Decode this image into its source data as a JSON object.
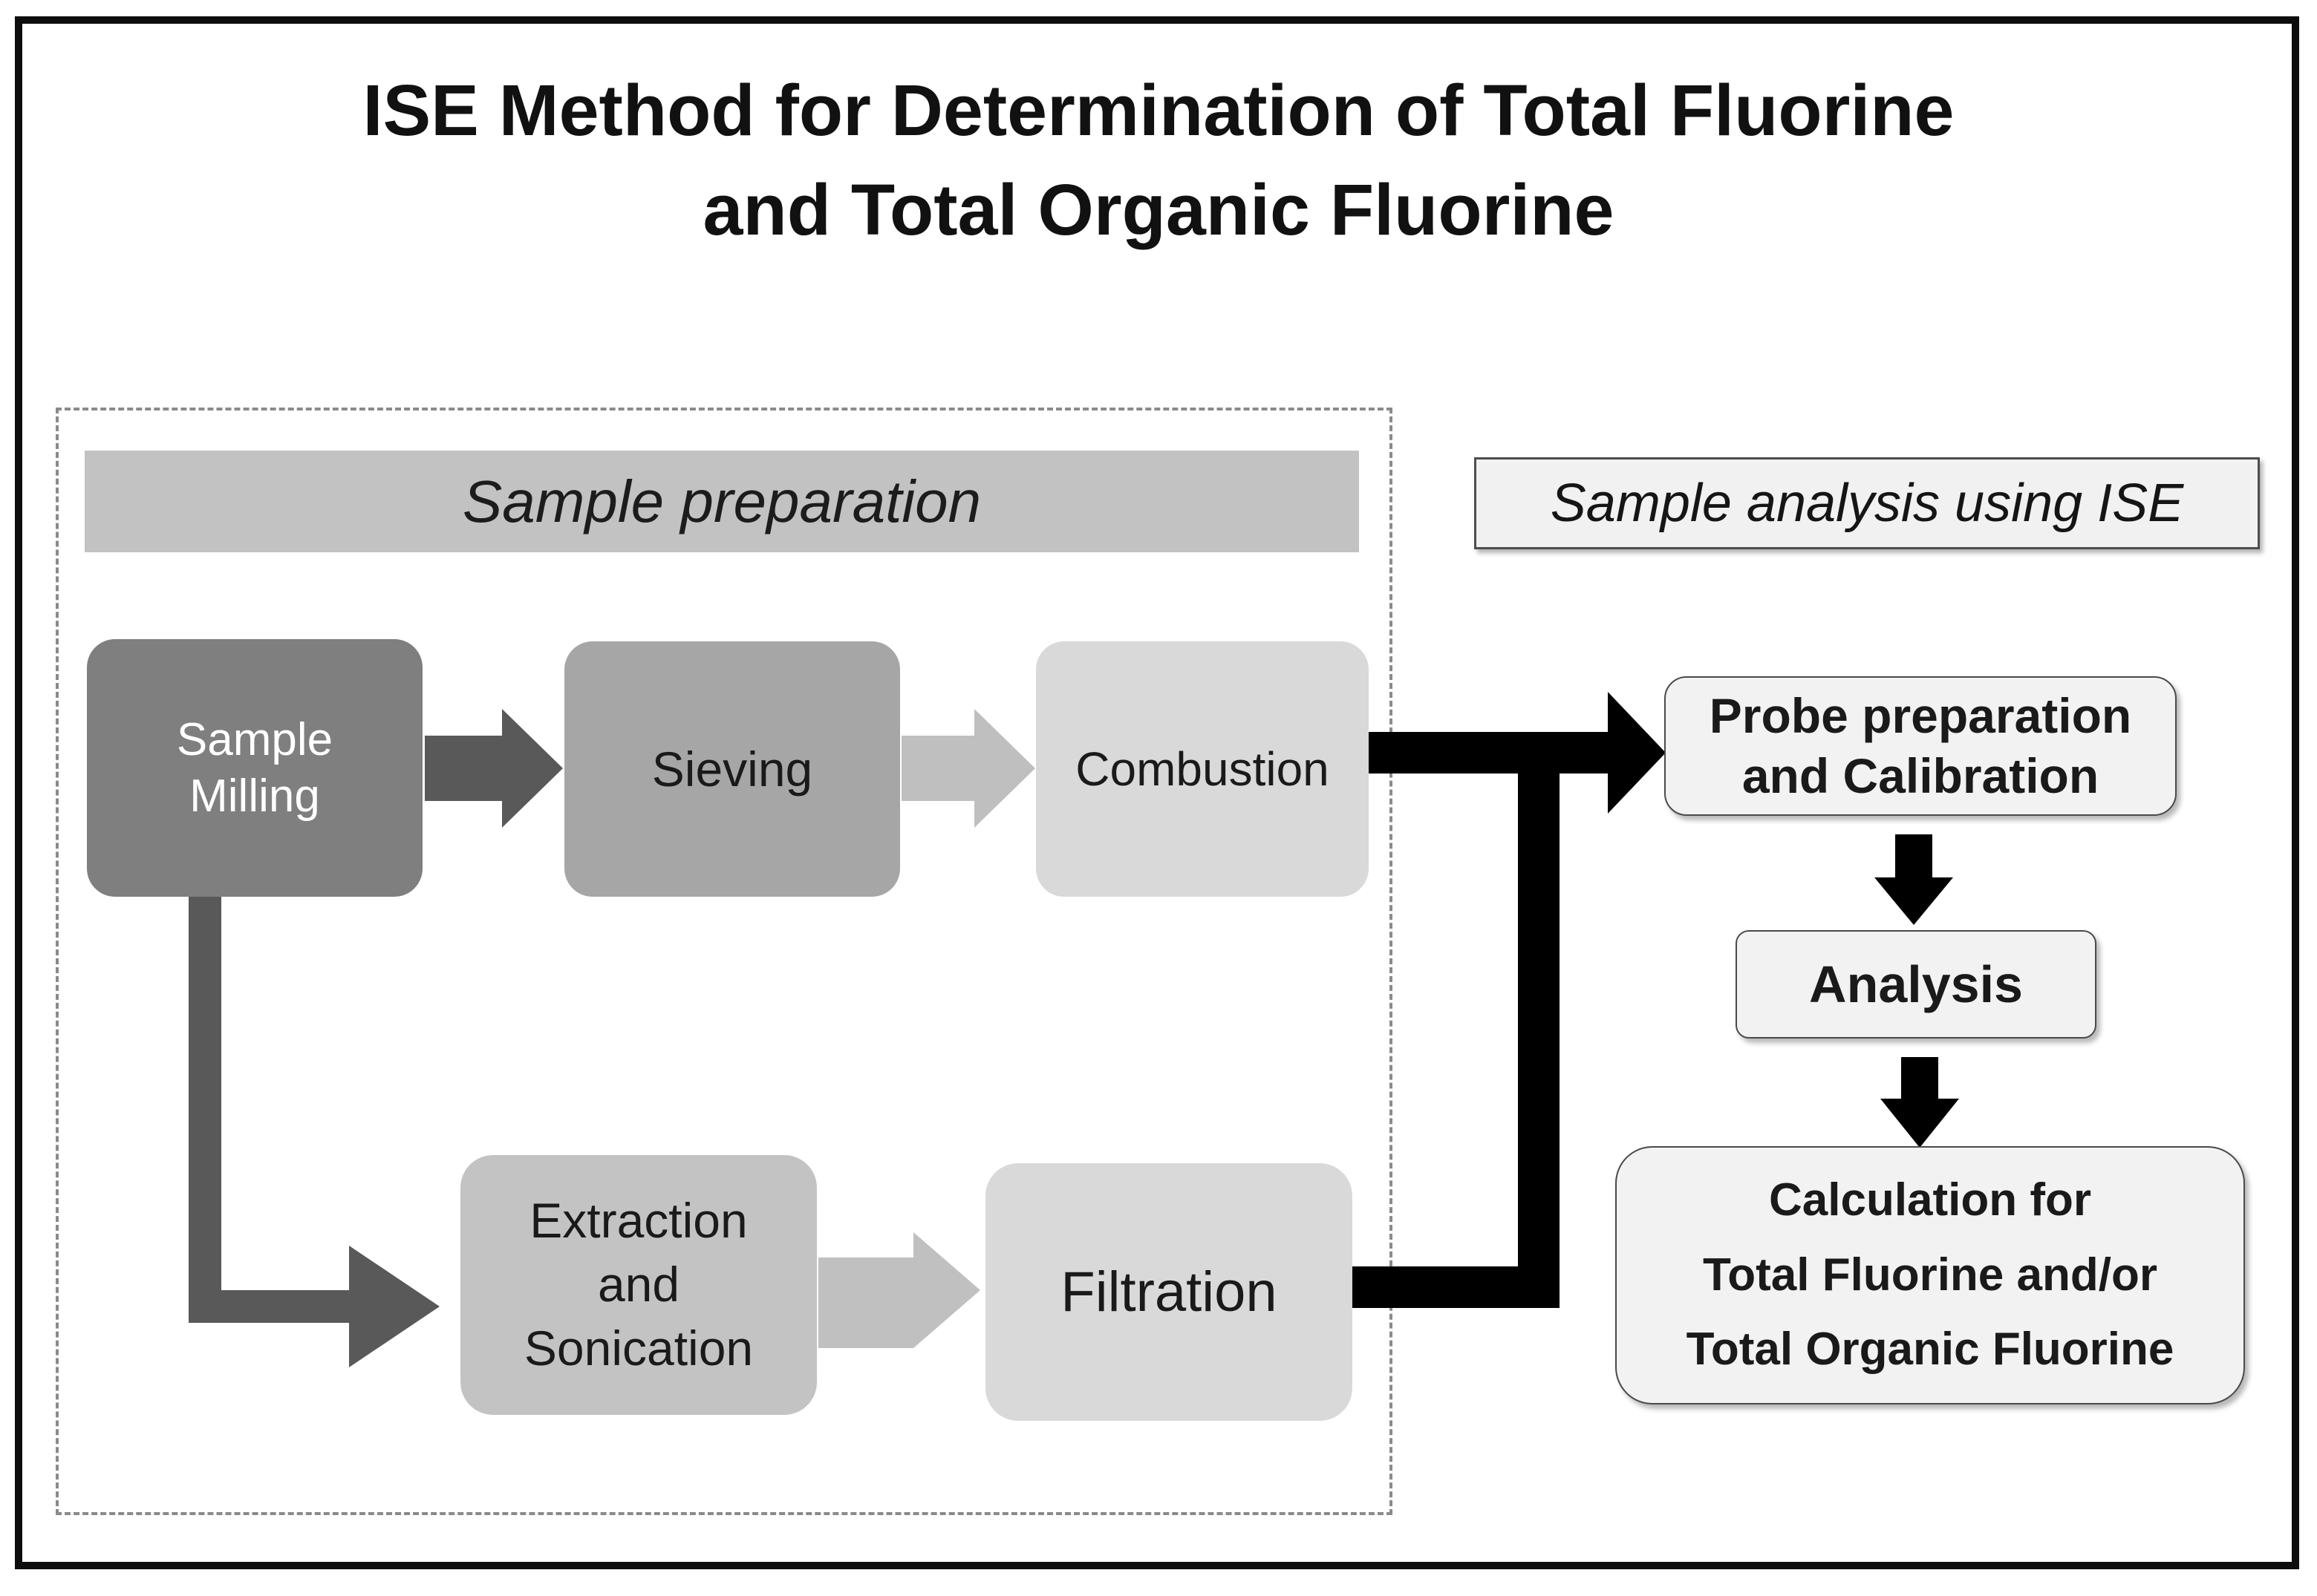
{
  "title": {
    "line1": "ISE Method for Determination of Total Fluorine",
    "line2": "and Total Organic Fluorine"
  },
  "sample_preparation": {
    "header": "Sample preparation",
    "milling": {
      "label": "Sample Milling",
      "lines": [
        "Sample",
        "Milling"
      ]
    },
    "sieving": {
      "label": "Sieving"
    },
    "combustion": {
      "label": "Combustion"
    },
    "extraction": {
      "label": "Extraction and Sonication",
      "lines": [
        "Extraction",
        "and",
        "Sonication"
      ]
    },
    "filtration": {
      "label": "Filtration"
    }
  },
  "sample_analysis": {
    "header": "Sample analysis using ISE",
    "probe": {
      "label": "Probe preparation and Calibration",
      "lines": [
        "Probe preparation",
        "and Calibration"
      ]
    },
    "analysis": {
      "label": "Analysis"
    },
    "calculation": {
      "label": "Calculation for Total Fluorine and/or Total Organic Fluorine",
      "lines": [
        "Calculation for",
        "Total Fluorine and/or",
        "Total Organic Fluorine"
      ]
    }
  },
  "colors": {
    "frame_border": "#0d0d0d",
    "milling_fill": "#7f7f7f",
    "sieving_fill": "#a6a6a6",
    "combustion_fill": "#d9d9d9",
    "extraction_fill": "#c3c3c3",
    "filtration_fill": "#d9d9d9",
    "banner_fill": "#c2c2c2",
    "panel_fill": "#f2f2f2",
    "panel_border": "#4a4a4a",
    "dashed_border": "#8a8a8a",
    "arrow_dark_gray": "#595959",
    "arrow_light_gray": "#bfbfbf",
    "arrow_black": "#000000",
    "text_dark": "#1a1a1a",
    "text_light": "#ffffff"
  }
}
